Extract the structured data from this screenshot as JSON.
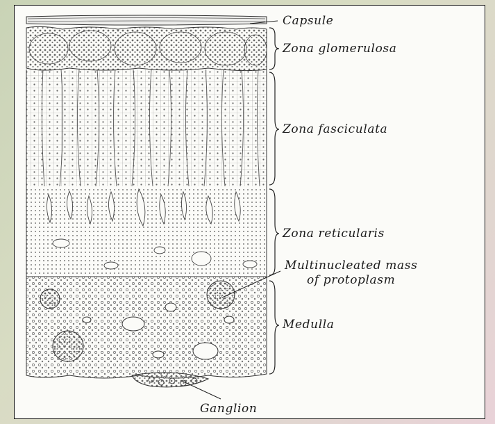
{
  "figure": {
    "labels": {
      "capsule": "Capsule",
      "zona_glomerulosa": "Zona glomerulosa",
      "zona_fasciculata": "Zona fasciculata",
      "zona_reticularis": "Zona reticularis",
      "multinucleated_line1": "Multinucleated mass",
      "multinucleated_line2": "of protoplasm",
      "medulla": "Medulla",
      "ganglion": "Ganglion"
    },
    "colors": {
      "ink": "#2a2a2a",
      "paper": "#fbfbf8",
      "frame": "#111111"
    }
  }
}
